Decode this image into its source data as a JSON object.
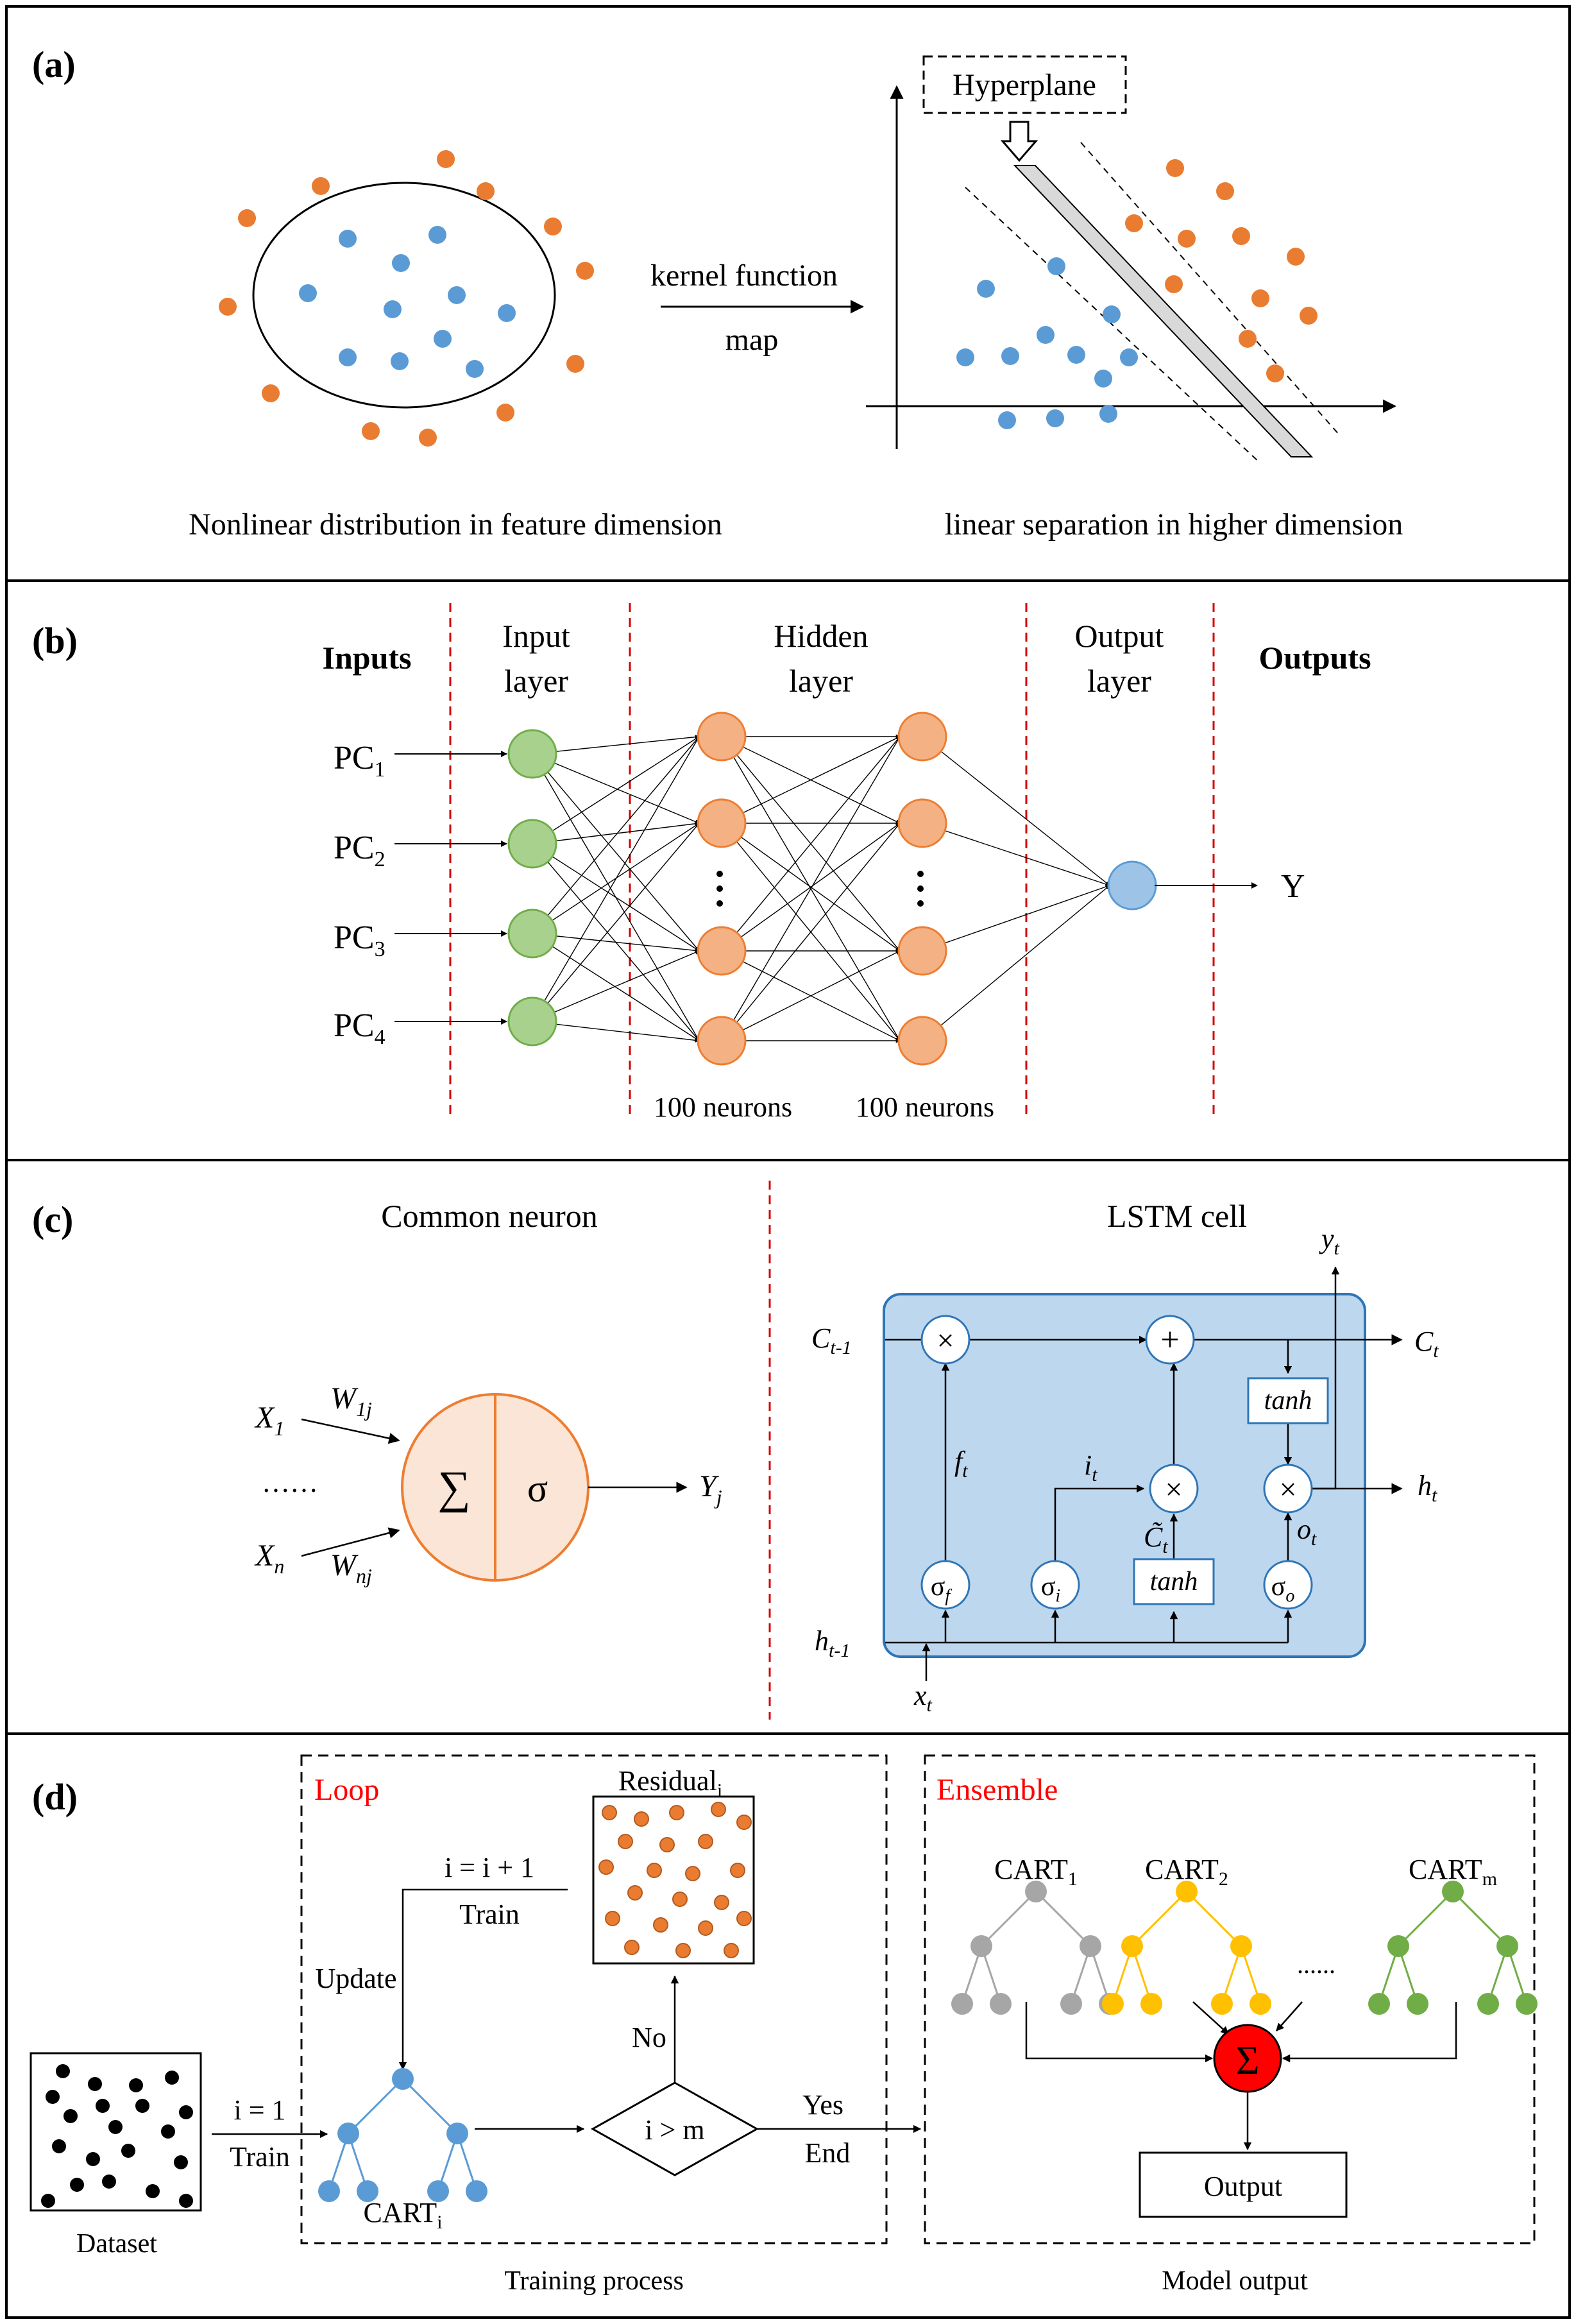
{
  "colors": {
    "orange": "#e97c30",
    "blue": "#5b9bd5",
    "green_node": "#a9d18e",
    "green_stroke": "#70ad47",
    "orange_node": "#f4b183",
    "orange_stroke": "#ed7d31",
    "blue_node": "#9dc3e6",
    "lstm_bg": "#bdd7ee",
    "lstm_border": "#2e75b6",
    "neuron_fill": "#fbe5d6",
    "red_dash": "#d40000",
    "red_label": "#ff0000",
    "sum_red": "#ff0000",
    "gray_tree": "#a6a6a6",
    "yellow_tree": "#ffc000",
    "green_tree": "#70ad47"
  },
  "panel_a": {
    "label": "(a)",
    "hyperplane": "Hyperplane",
    "kernel": "kernel function",
    "map": "map",
    "caption_left": "Nonlinear distribution in feature dimension",
    "caption_right": "linear separation in higher dimension"
  },
  "panel_b": {
    "label": "(b)",
    "inputs": "Inputs",
    "input_layer": [
      "Input",
      "layer"
    ],
    "hidden_layer": [
      "Hidden",
      "layer"
    ],
    "output_layer": [
      "Output",
      "layer"
    ],
    "outputs": "Outputs",
    "pc_base": "PC",
    "pc_subs": [
      "1",
      "2",
      "3",
      "4"
    ],
    "y": "Y",
    "neurons": [
      "100 neurons",
      "100 neurons"
    ]
  },
  "panel_c": {
    "label": "(c)",
    "common_neuron": "Common neuron",
    "lstm_cell": "LSTM cell",
    "x1": [
      "X",
      "1"
    ],
    "xn": [
      "X",
      "n"
    ],
    "w1j": [
      "W",
      "1j"
    ],
    "wnj": [
      "W",
      "nj"
    ],
    "dots": "……",
    "sum": "∑",
    "sigma": "σ",
    "yj": [
      "Y",
      "j"
    ],
    "ct_prev": [
      "C",
      "t-1"
    ],
    "ct": [
      "C",
      "t"
    ],
    "ht_prev": [
      "h",
      "t-1"
    ],
    "ht": [
      "h",
      "t"
    ],
    "xt": [
      "x",
      "t"
    ],
    "yt": [
      "y",
      "t"
    ],
    "ft": [
      "f",
      "t"
    ],
    "it": [
      "i",
      "t"
    ],
    "ot": [
      "o",
      "t"
    ],
    "ctilde": [
      "C̃",
      "t"
    ],
    "tanh": "tanh",
    "times": "×",
    "plus": "+",
    "sig_f": [
      "σ",
      "f"
    ],
    "sig_i": [
      "σ",
      "i"
    ],
    "sig_o": [
      "σ",
      "o"
    ]
  },
  "panel_d": {
    "label": "(d)",
    "loop": "Loop",
    "ensemble": "Ensemble",
    "residual": [
      "Residual",
      "i"
    ],
    "i_update": "i = i + 1",
    "train": "Train",
    "update": "Update",
    "no": "No",
    "i1": "i = 1",
    "cart_i": [
      "CART",
      "i"
    ],
    "condition": "i > m",
    "yes": "Yes",
    "end": "End",
    "dataset": "Dataset",
    "training_process": "Training process",
    "cart1": [
      "CART",
      "1"
    ],
    "cart2": [
      "CART",
      "2"
    ],
    "cartm": [
      "CART",
      "m"
    ],
    "dots": "......",
    "sum": "Σ",
    "output": "Output",
    "model_output": "Model output"
  }
}
